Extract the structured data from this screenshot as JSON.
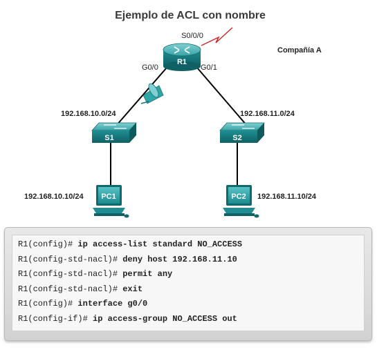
{
  "title": "Ejemplo de ACL con nombre",
  "company": "Compañía A",
  "router": {
    "name": "R1",
    "serial": "S0/0/0",
    "left_if": "G0/0",
    "right_if": "G0/1"
  },
  "switches": [
    {
      "name": "S1",
      "network": "192.168.10.0/24"
    },
    {
      "name": "S2",
      "network": "192.168.11.0/24"
    }
  ],
  "pcs": [
    {
      "name": "PC1",
      "address": "192.168.10.10/24"
    },
    {
      "name": "PC2",
      "address": "192.168.11.10/24"
    }
  ],
  "cli": [
    {
      "prompt": "R1(config)# ",
      "command": "ip access-list standard NO_ACCESS"
    },
    {
      "prompt": "R1(config-std-nacl)# ",
      "command": "deny host 192.168.11.10"
    },
    {
      "prompt": "R1(config-std-nacl)# ",
      "command": "permit any"
    },
    {
      "prompt": "R1(config-std-nacl)# ",
      "command": "exit"
    },
    {
      "prompt": "R1(config)# ",
      "command": "interface g0/0"
    },
    {
      "prompt": "R1(config-if)# ",
      "command": "ip access-group NO_ACCESS out"
    }
  ],
  "colors": {
    "device": "#1e8c90",
    "device_dark": "#13686b",
    "device_light": "#4fb8bb",
    "wan_link": "#cc2a2a",
    "filter": "#2ea6a8"
  }
}
